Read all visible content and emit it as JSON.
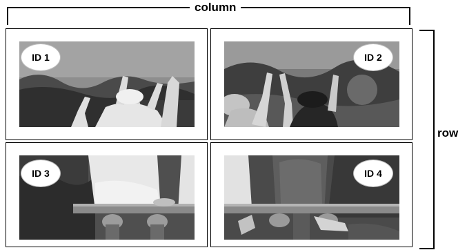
{
  "labels": {
    "column": "column",
    "row": "row"
  },
  "cells": [
    {
      "id_label": "ID 1"
    },
    {
      "id_label": "ID 2"
    },
    {
      "id_label": "ID 3"
    },
    {
      "id_label": "ID 4"
    }
  ]
}
